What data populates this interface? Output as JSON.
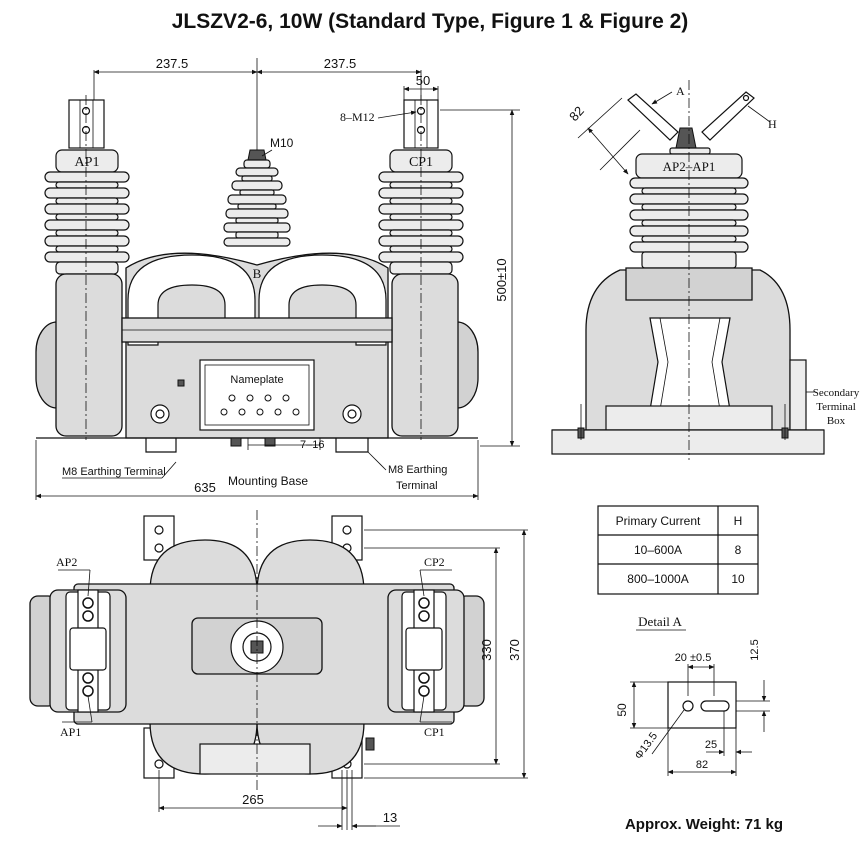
{
  "title": "JLSZV2-6, 10W (Standard Type, Figure 1 & Figure 2)",
  "figure1": {
    "dim_237_left": "237.5",
    "dim_237_right": "237.5",
    "dim_50": "50",
    "label_m12": "8–M12",
    "label_m10": "M10",
    "label_ap1": "AP1",
    "label_cp1": "CP1",
    "label_b": "B",
    "dim_height": "500±10",
    "nameplate": "Nameplate",
    "label_7_16": "7–16",
    "earth_left": "M8 Earthing Terminal",
    "earth_right_1": "M8 Earthing",
    "earth_right_2": "Terminal",
    "dim_635": "635",
    "mounting_base": "Mounting Base"
  },
  "figure2": {
    "label_a": "A",
    "label_h": "H",
    "dim_82": "82",
    "label_ap2_ap1": "AP2–AP1",
    "secondary_1": "Secondary",
    "secondary_2": "Terminal",
    "secondary_3": "Box"
  },
  "table": {
    "headers": [
      "Primary Current",
      "H"
    ],
    "rows": [
      [
        "10–600A",
        "8"
      ],
      [
        "800–1000A",
        "10"
      ]
    ]
  },
  "bottom": {
    "label_ap2": "AP2",
    "label_ap1": "AP1",
    "label_cp2": "CP2",
    "label_cp1": "CP1",
    "dim_330": "330",
    "dim_370": "370",
    "dim_265": "265",
    "dim_13": "13"
  },
  "detail": {
    "title": "Detail A",
    "dim_20": "20 ±0.5",
    "dim_12_5": "12.5",
    "dim_50": "50",
    "dim_phi": "Φ13.5",
    "dim_25": "25",
    "dim_82": "82"
  },
  "weight": "Approx. Weight: 71 kg"
}
